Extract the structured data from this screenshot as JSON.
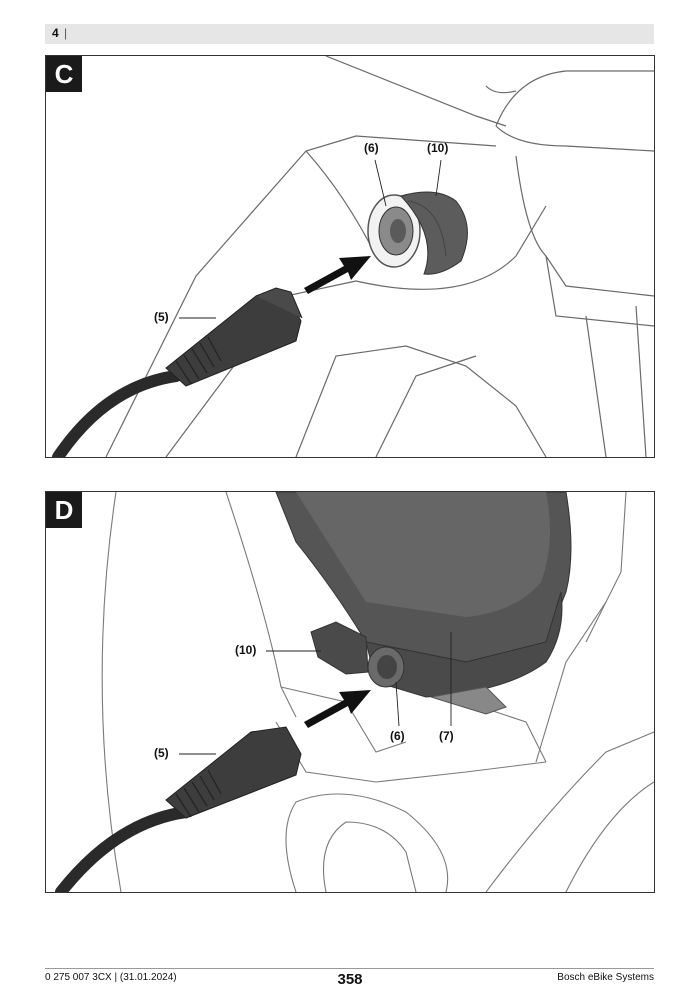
{
  "header": {
    "page_number": "4",
    "separator": "|"
  },
  "figures": [
    {
      "letter": "C",
      "callouts": {
        "c6": "(6)",
        "c10": "(10)",
        "c5": "(5)"
      }
    },
    {
      "letter": "D",
      "callouts": {
        "c10": "(10)",
        "c5": "(5)",
        "c6": "(6)",
        "c7": "(7)"
      }
    }
  ],
  "footer": {
    "doc_id": "0 275 007 3CX | (31.01.2024)",
    "page_number": "358",
    "brand": "Bosch eBike Systems"
  }
}
